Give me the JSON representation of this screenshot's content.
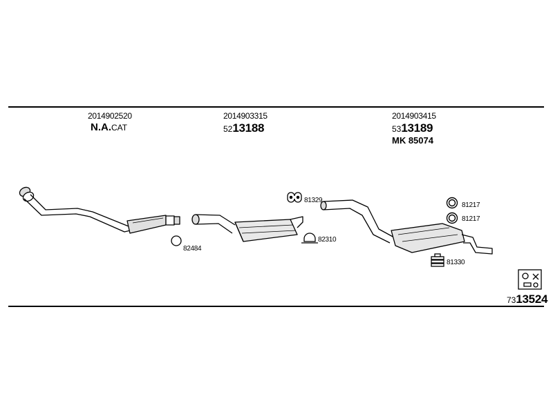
{
  "header": {
    "col1": {
      "ref": "2014902520",
      "cat_strong": "N.A.",
      "cat_weak": "CAT"
    },
    "col2": {
      "ref": "2014903315",
      "part_prefix": "52",
      "part_main": "13188"
    },
    "col3": {
      "ref": "2014903415",
      "part_prefix": "53",
      "part_main": "13189",
      "mk": "MK 85074"
    }
  },
  "parts": {
    "clamp_82484": "82484",
    "hanger_81329": "81329",
    "clamp_82310": "82310",
    "ring_81217_a": "81217",
    "ring_81217_b": "81217",
    "mount_81330": "81330"
  },
  "kit": {
    "prefix": "73",
    "main": "13524"
  }
}
